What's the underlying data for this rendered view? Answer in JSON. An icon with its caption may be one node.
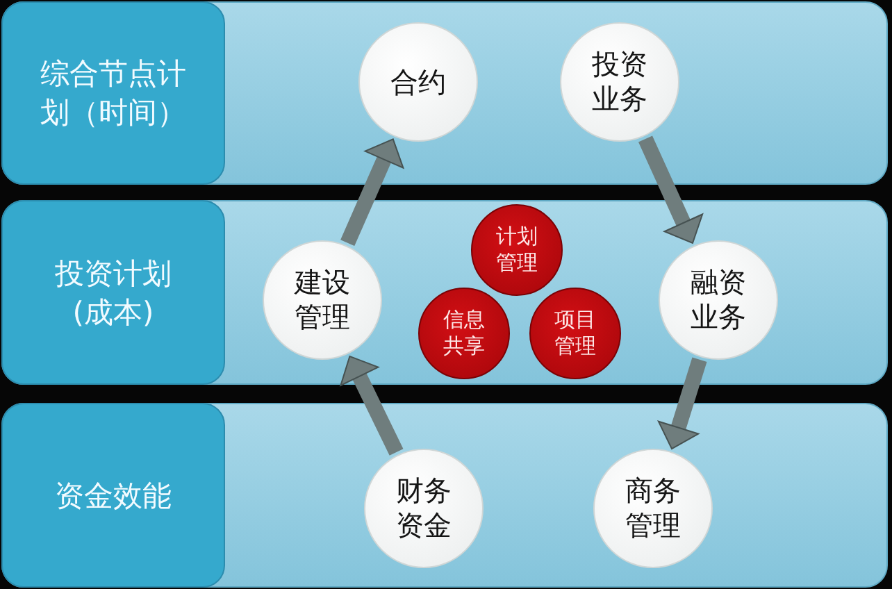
{
  "diagram": {
    "nodes": [
      {
        "text": [],
        "shape": "band"
      },
      {
        "text": [
          "综合节点计划（时间）"
        ],
        "in": 0
      },
      {
        "text": [
          "合约"
        ],
        "in": 0
      },
      {
        "text": [
          "投资业务"
        ],
        "in": 0
      },
      {
        "text": [],
        "shape": "band"
      },
      {
        "text": [
          "投资计划(成本)"
        ],
        "in": 4
      },
      {
        "text": [
          "建设管理"
        ],
        "in": 4
      },
      {
        "text": [
          "计划管理"
        ],
        "in": 4
      },
      {
        "text": [
          "信息共享"
        ],
        "in": 4
      },
      {
        "text": [
          "项目管理"
        ],
        "in": 4
      },
      {
        "text": [
          "融资业务"
        ],
        "in": 4
      },
      {
        "text": [],
        "shape": "band"
      },
      {
        "text": [
          "资金效能"
        ],
        "in": 11
      },
      {
        "text": [
          "财务资金"
        ],
        "in": 11
      },
      {
        "text": [
          "商务管理"
        ],
        "in": 11
      }
    ],
    "edges": [
      {
        "from": 6,
        "to": 2,
        "arrow": "to"
      },
      {
        "from": 3,
        "to": 10,
        "arrow": "to"
      },
      {
        "from": 10,
        "to": 14,
        "arrow": "to"
      },
      {
        "from": 13,
        "to": 6,
        "arrow": "to"
      }
    ]
  }
}
